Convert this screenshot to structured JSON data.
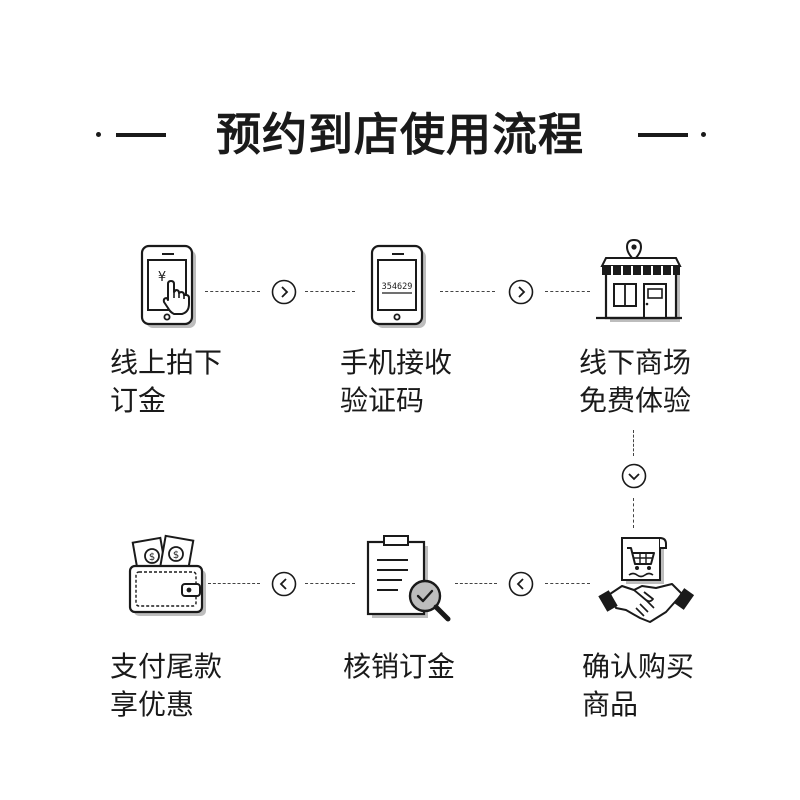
{
  "title": "预约到店使用流程",
  "steps": [
    {
      "line1": "线上拍下",
      "line2": "订金",
      "icon": "phone-yuan-tap-icon"
    },
    {
      "line1": "手机接收",
      "line2": "验证码",
      "icon": "phone-code-icon",
      "code": "354629"
    },
    {
      "line1": "线下商场",
      "line2": "免费体验",
      "icon": "storefront-icon"
    },
    {
      "line1": "确认购买",
      "line2": "商品",
      "icon": "handshake-cart-icon"
    },
    {
      "line1": "核销订金",
      "line2": "",
      "icon": "document-check-icon"
    },
    {
      "line1": "支付尾款",
      "line2": "享优惠",
      "icon": "wallet-icon"
    }
  ]
}
